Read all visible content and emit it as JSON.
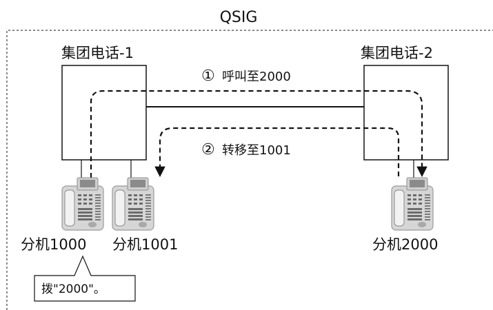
{
  "diagram": {
    "network_label": "QSIG",
    "pbx1_label": "集团电话-1",
    "pbx2_label": "集团电话-2",
    "step1_num": "①",
    "step1_text": "呼叫至2000",
    "step2_num": "②",
    "step2_text": "转移至1001",
    "ext1000_label": "分机1000",
    "ext1001_label": "分机1001",
    "ext2000_label": "分机2000",
    "callout_text": "拨\"2000\"。"
  }
}
